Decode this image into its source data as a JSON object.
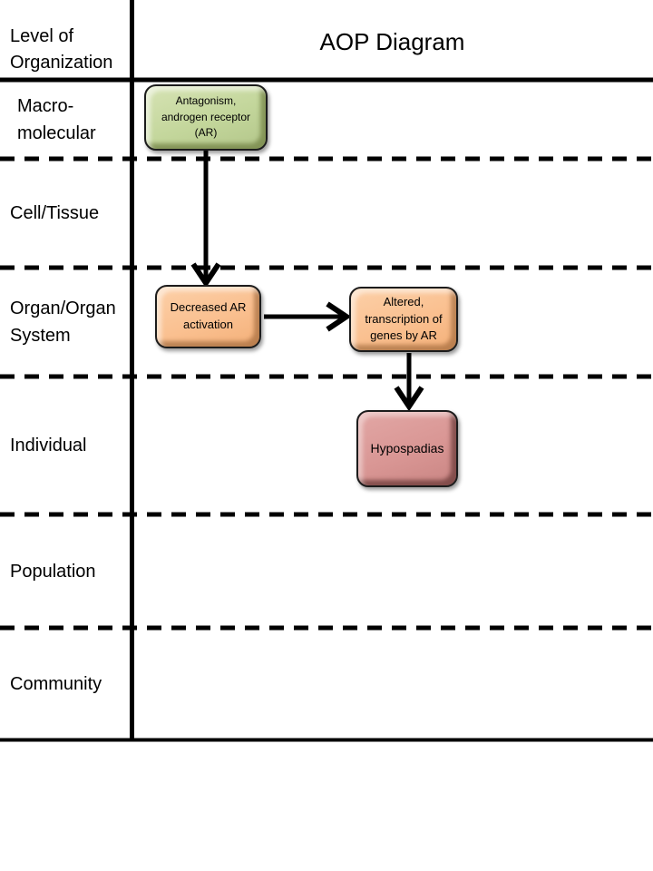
{
  "header": {
    "column_label": "Level of\nOrganization",
    "title": "AOP Diagram"
  },
  "rows": [
    {
      "label": "Macro-\nmolecular"
    },
    {
      "label": "Cell/Tissue"
    },
    {
      "label": "Organ/Organ\nSystem"
    },
    {
      "label": "Individual"
    },
    {
      "label": "Population"
    },
    {
      "label": "Community"
    }
  ],
  "nodes": [
    {
      "id": "antagonism-ar",
      "label": "Antagonism,\nandrogen receptor\n(AR)",
      "row": "Macro-molecular",
      "fill": "#c3d69b",
      "edge": "#79904c"
    },
    {
      "id": "decreased-ar-activation",
      "label": "Decreased AR\nactivation",
      "row": "Organ/Organ System",
      "fill": "#fac090",
      "edge": "#a67a50"
    },
    {
      "id": "altered-transcription",
      "label": "Altered,\ntranscription of\ngenes by AR",
      "row": "Organ/Organ System",
      "fill": "#fac090",
      "edge": "#a67a50"
    },
    {
      "id": "hypospadias",
      "label": "Hypospadias",
      "row": "Individual",
      "fill": "#d99694",
      "edge": "#6f3c3a"
    }
  ],
  "edges": [
    {
      "from": "antagonism-ar",
      "to": "decreased-ar-activation",
      "direction": "down"
    },
    {
      "from": "decreased-ar-activation",
      "to": "altered-transcription",
      "direction": "right"
    },
    {
      "from": "altered-transcription",
      "to": "hypospadias",
      "direction": "down"
    }
  ],
  "colors": {
    "background": "#ffffff",
    "line": "#000000",
    "text": "#000000"
  }
}
